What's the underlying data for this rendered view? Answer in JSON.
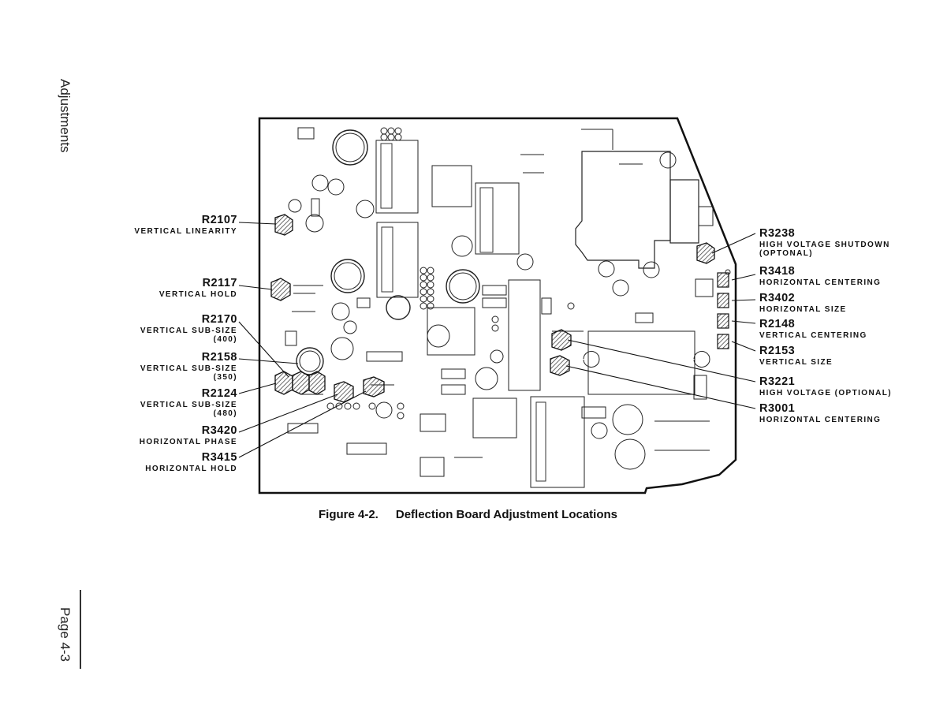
{
  "page": {
    "section_title": "Adjustments",
    "page_number": "Page 4-3"
  },
  "figure": {
    "number": "Figure 4-2.",
    "title": "Deflection Board Adjustment Locations"
  },
  "left_callouts": [
    {
      "ref": "R2107",
      "desc": [
        "VERTICAL LINEARITY"
      ]
    },
    {
      "ref": "R2117",
      "desc": [
        "VERTICAL HOLD"
      ]
    },
    {
      "ref": "R2170",
      "desc": [
        "VERTICAL SUB-SIZE",
        "(400)"
      ]
    },
    {
      "ref": "R2158",
      "desc": [
        "VERTICAL SUB-SIZE",
        "(350)"
      ]
    },
    {
      "ref": "R2124",
      "desc": [
        "VERTICAL SUB-SIZE",
        "(480)"
      ]
    },
    {
      "ref": "R3420",
      "desc": [
        "HORIZONTAL PHASE"
      ]
    },
    {
      "ref": "R3415",
      "desc": [
        "HORIZONTAL HOLD"
      ]
    }
  ],
  "right_callouts": [
    {
      "ref": "R3238",
      "desc": [
        "HIGH VOLTAGE SHUTDOWN",
        "(OPTONAL)"
      ]
    },
    {
      "ref": "R3418",
      "desc": [
        "HORIZONTAL CENTERING"
      ]
    },
    {
      "ref": "R3402",
      "desc": [
        "HORIZONTAL SIZE"
      ]
    },
    {
      "ref": "R2148",
      "desc": [
        "VERTICAL CENTERING"
      ]
    },
    {
      "ref": "R2153",
      "desc": [
        "VERTICAL SIZE"
      ]
    },
    {
      "ref": "R3221",
      "desc": [
        "HIGH VOLTAGE (OPTIONAL)"
      ]
    },
    {
      "ref": "R3001",
      "desc": [
        "HORIZONTAL CENTERING"
      ]
    }
  ],
  "colors": {
    "ink": "#111111",
    "hatch": "#555555",
    "paper": "#ffffff"
  }
}
